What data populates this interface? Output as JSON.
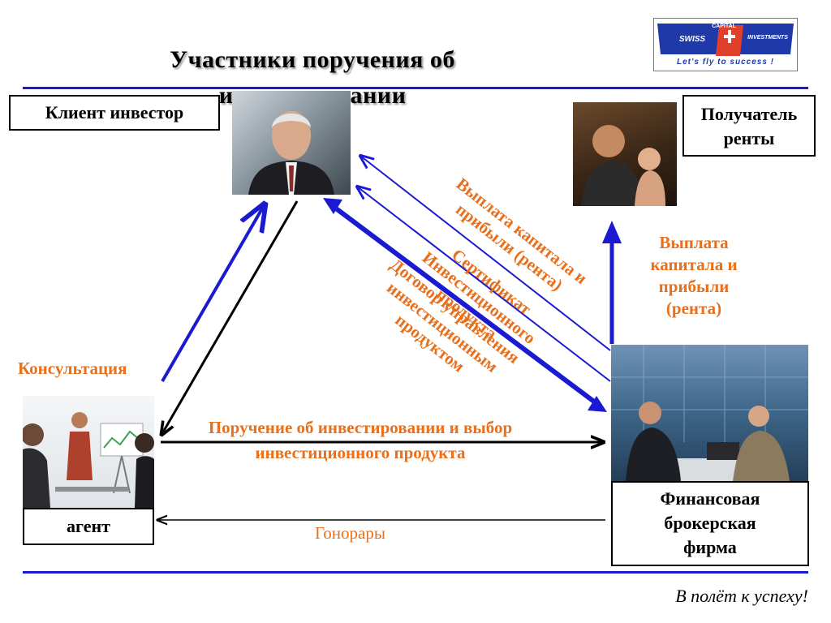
{
  "title": "Участники поручения об инвестировании",
  "nodes": {
    "client": "Клиент инвестор",
    "recipient": "Получатель ренты",
    "agent": "агент",
    "firm": "Финансовая брокерская фирма"
  },
  "labels": {
    "consultation": "Консультация",
    "payout_right": "Выплата капитала и прибыли (рента)",
    "order": "Поручение об инвестировании и выбор инвестиционного продукта",
    "fees": "Гонорары",
    "diag_payout": "Выплата капитала и прибыли (рента)",
    "diag_certificate": "Сертификат Инвестиционного продукта",
    "diag_contract": "Договор управления инвестиционным продуктом"
  },
  "logo": {
    "top": "CAPITAL",
    "left": "SWISS",
    "right": "INVESTMENTS",
    "tagline": "Let's fly to success !"
  },
  "footer": {
    "slogan": "В полёт к успеху!"
  },
  "colors": {
    "accent_blue": "#1a1ad0",
    "label_orange": "#e8701c",
    "logo_red": "#e0402a"
  }
}
